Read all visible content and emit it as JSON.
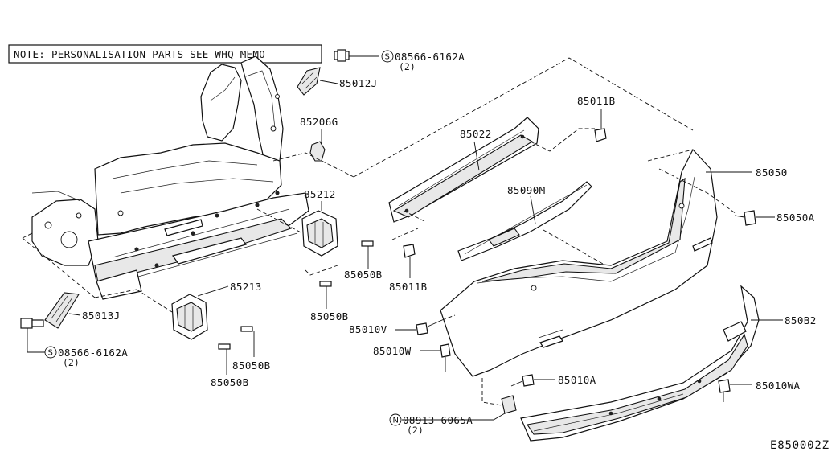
{
  "note": "NOTE: PERSONALISATION PARTS SEE WHQ MEMO",
  "diagram_code": "E850002Z",
  "symbols": {
    "screw": "S",
    "nut": "N"
  },
  "parts": {
    "p_85012J": "85012J",
    "p_85206G": "85206G",
    "p_85212": "85212",
    "p_85213": "85213",
    "p_85013J": "85013J",
    "p_85011B_top": "85011B",
    "p_85011B_bottom": "85011B",
    "p_85022": "85022",
    "p_85090M": "85090M",
    "p_85050": "85050",
    "p_85050A": "85050A",
    "p_85050B_1": "85050B",
    "p_85050B_2": "85050B",
    "p_85050B_3": "85050B",
    "p_85050B_4": "85050B",
    "p_85010V": "85010V",
    "p_85010W": "85010W",
    "p_85010A": "85010A",
    "p_850B2": "850B2",
    "p_85010WA": "85010WA"
  },
  "fasteners": {
    "screw_top": {
      "part": "08566-6162A",
      "qty": "(2)"
    },
    "screw_left": {
      "part": "08566-6162A",
      "qty": "(2)"
    },
    "nut_bottom": {
      "part": "08913-6065A",
      "qty": "(2)"
    }
  }
}
